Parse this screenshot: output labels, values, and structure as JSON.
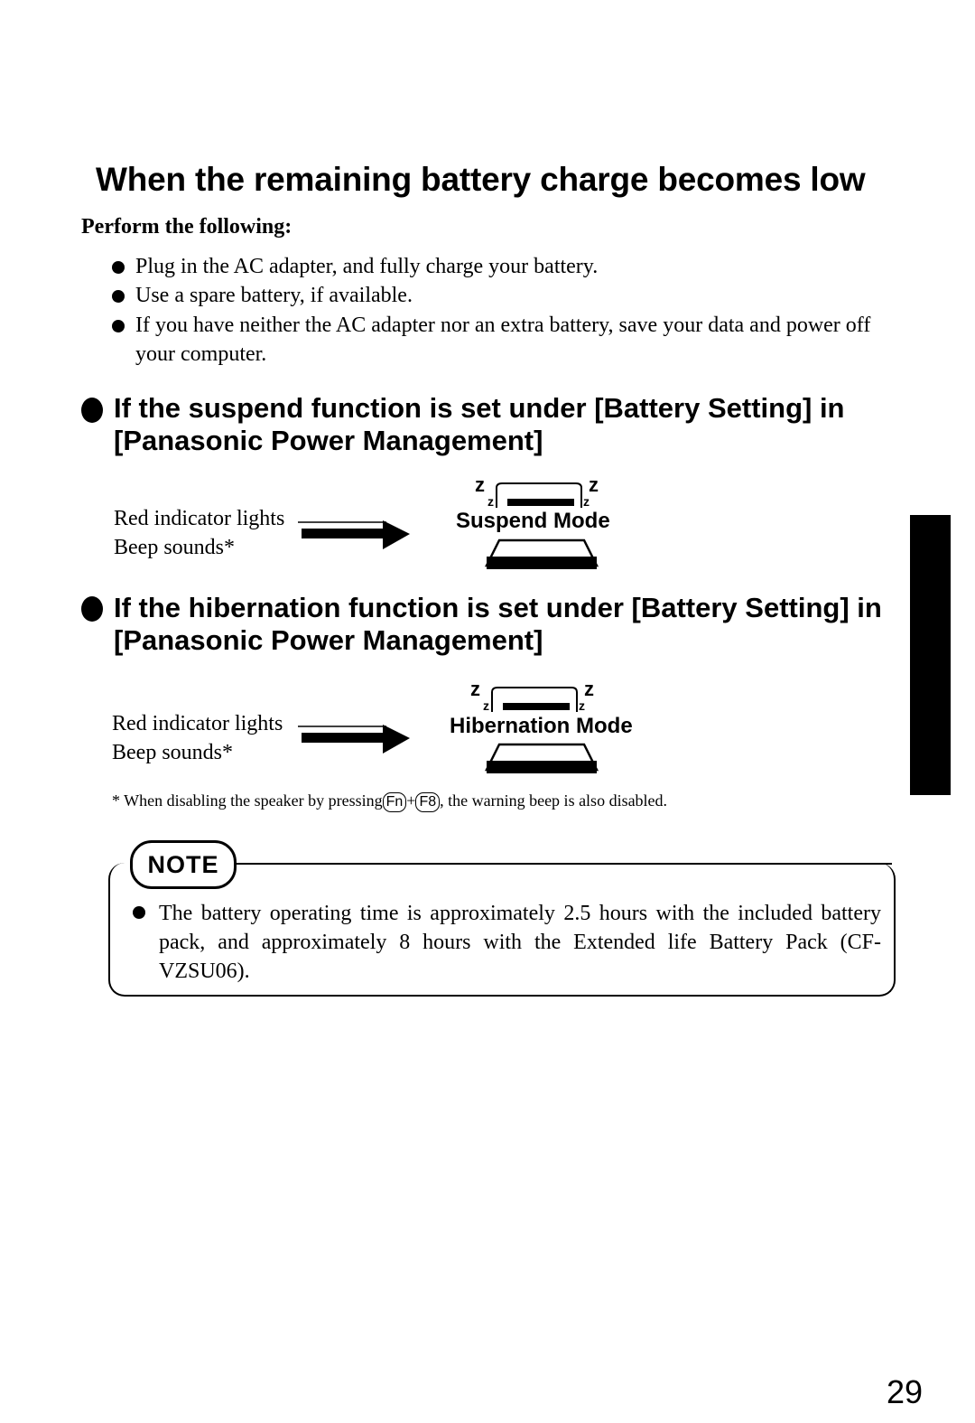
{
  "heading": "When the remaining battery charge becomes low",
  "perform_label": "Perform the following:",
  "actions": [
    "Plug in the AC adapter, and fully charge your battery.",
    "Use a spare battery, if available.",
    "If you have neither the AC adapter nor an extra battery, save your data and power off your computer."
  ],
  "suspend_section": {
    "title_line1": "If the suspend  function is set under [Battery Setting] in",
    "title_line2": "[Panasonic Power Management]",
    "indicator_line1": "Red indicator lights",
    "indicator_line2": "Beep sounds*",
    "mode_label": "Suspend Mode"
  },
  "hibernation_section": {
    "title_line1": "If the hibernation function is set under [Battery Setting] in",
    "title_line2": "[Panasonic Power Management]",
    "indicator_line1": "Red indicator lights",
    "indicator_line2": "Beep sounds*",
    "mode_label": "Hibernation Mode"
  },
  "footnote": {
    "prefix": "* When disabling the speaker by pressing",
    "key1": "Fn",
    "plus": "+",
    "key2": "F8",
    "suffix": ", the  warning beep is also disabled."
  },
  "note": {
    "tab_label": "NOTE",
    "text": "The battery operating time is approximately 2.5 hours with the included battery pack, and approximately 8 hours with the Extended life Battery Pack (CF-VZSU06)."
  },
  "page_number": "29"
}
